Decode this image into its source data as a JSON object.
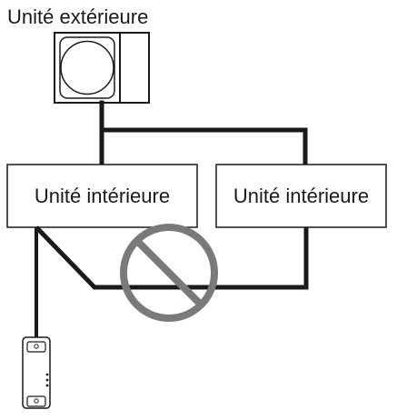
{
  "outdoor_unit": {
    "label": "Unité extérieure"
  },
  "indoor_units": [
    {
      "label": "Unité intérieure"
    },
    {
      "label": "Unité intérieure"
    }
  ],
  "icons": {
    "outdoor": "outdoor-unit-icon",
    "prohibited": "prohibited-icon",
    "remote": "wired-remote-controller-icon"
  },
  "colors": {
    "line": "#1a1a1a",
    "prohibited": "#7a7a7a",
    "box_fill": "#ffffff"
  }
}
